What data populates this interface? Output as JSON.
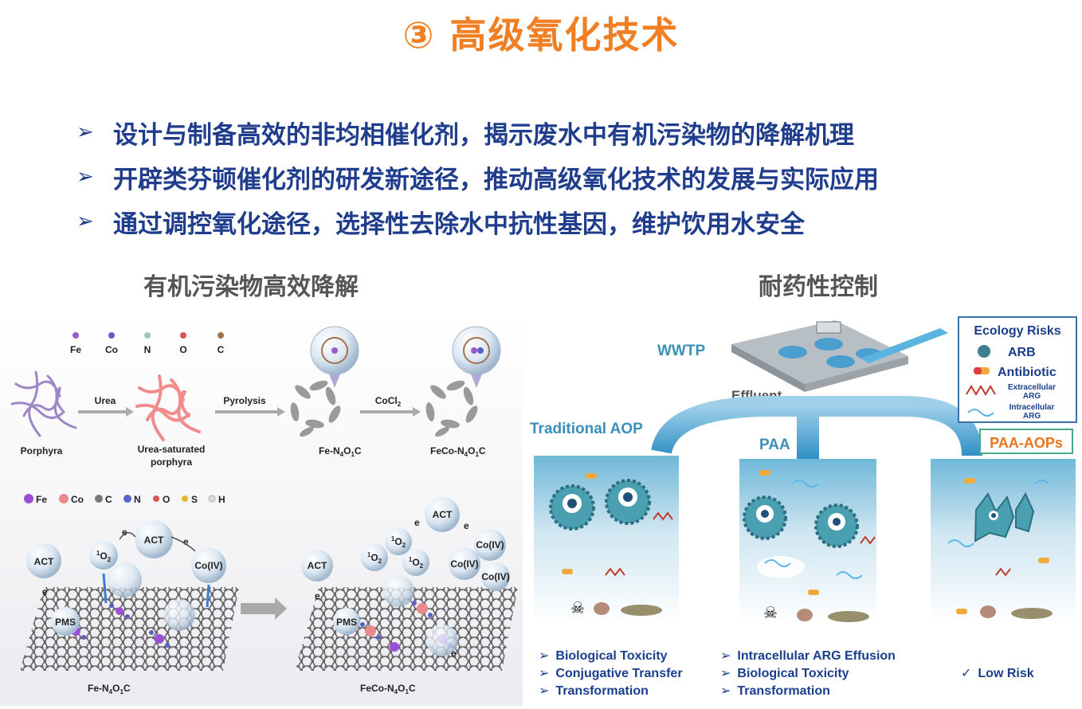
{
  "title": "③ 高级氧化技术",
  "bullets": [
    "设计与制备高效的非均相催化剂，揭示废水中有机污染物的降解机理",
    "开辟类芬顿催化剂的研发新途径，推动高级氧化技术的发展与实际应用",
    "通过调控氧化途径，选择性去除水中抗性基因，维护饮用水安全"
  ],
  "bullet_marker": "➢",
  "left_title": "有机污染物高效降解",
  "right_title": "耐药性控制",
  "left_fig": {
    "legend_top": [
      "Fe",
      "Co",
      "N",
      "O",
      "C"
    ],
    "legend_top_colors": [
      "#9b59c9",
      "#5a62c8",
      "#9ac7c0",
      "#d9534f",
      "#a0714a"
    ],
    "step_labels": [
      "Urea",
      "Pyrolysis",
      "CoCl"
    ],
    "step_sub": "2",
    "stage_labels": [
      "Porphyra",
      "Urea-saturated",
      "porphyra",
      "Fe-N",
      "FeCo-N"
    ],
    "sub4": "4",
    "sub1": "1",
    "o_letter": "O",
    "c_letter": "C",
    "legend_bottom": [
      "Fe",
      "Co",
      "C",
      "N",
      "O",
      "S",
      "H"
    ],
    "legend_bottom_colors": [
      "#9b4fd6",
      "#e88a8a",
      "#777777",
      "#5a62c8",
      "#d9534f",
      "#e6b830",
      "#dddddd"
    ],
    "bubbles": [
      "ACT",
      "ACT",
      "PMS",
      "Co(IV)",
      "e",
      "e",
      "1",
      "O",
      "2"
    ],
    "bottom_labels": [
      "Fe-N",
      "FeCo-N"
    ]
  },
  "right_fig": {
    "wwtp": "WWTP",
    "effluent": "Effluent",
    "traditional": "Traditional AOP",
    "paa": "PAA",
    "paa_aops": "PAA-AOPs",
    "ecology_title": "Ecology Risks",
    "ecology_items": [
      "ARB",
      "Antibiotic",
      "Extracellular",
      "ARG",
      "Intracellular",
      "ARG"
    ],
    "col1": [
      "Biological Toxicity",
      "Conjugative  Transfer",
      "Transformation"
    ],
    "col2": [
      "Intracellular ARG Effusion",
      "Biological Toxicity",
      "Transformation"
    ],
    "col3": [
      "Low Risk"
    ],
    "arrow_marker": "➢",
    "check_marker": "✓",
    "colors": {
      "accent": "#ef7f22",
      "navy": "#1f3d8c",
      "water": "#3a9cc9",
      "monster": "#4a9fb0",
      "label_blue": "#3a8fb7"
    }
  }
}
